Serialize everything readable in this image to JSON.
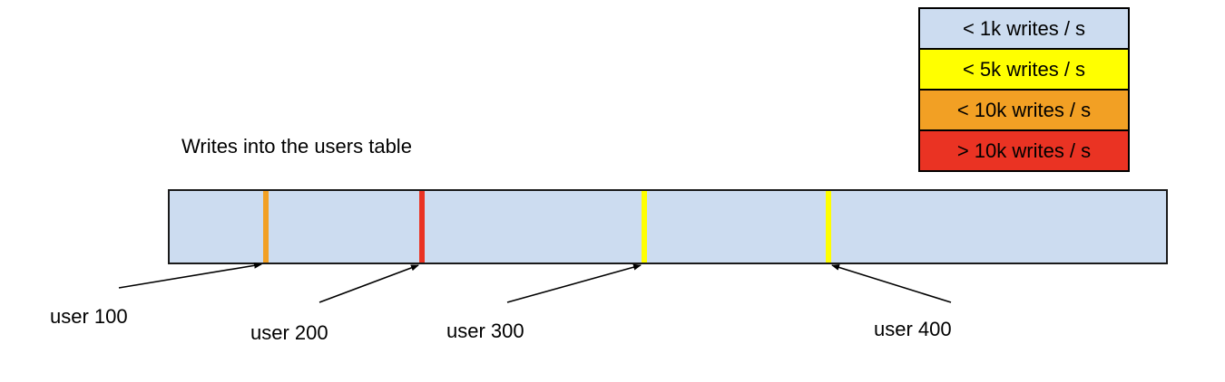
{
  "title": "Writes into the users table",
  "legend": {
    "items": [
      {
        "label": "< 1k writes / s",
        "color": "#ccdcf0"
      },
      {
        "label": "< 5k writes / s",
        "color": "#ffff00"
      },
      {
        "label": "< 10k writes / s",
        "color": "#f2a024"
      },
      {
        "label": "> 10k writes / s",
        "color": "#ea3323"
      }
    ]
  },
  "bar": {
    "fill": "#ccdcf0"
  },
  "markers": [
    {
      "label": "user 100",
      "color": "#f2a024",
      "legend_category": "< 10k writes / s"
    },
    {
      "label": "user 200",
      "color": "#ea3323",
      "legend_category": "> 10k writes / s"
    },
    {
      "label": "user 300",
      "color": "#ffff00",
      "legend_category": "< 5k writes / s"
    },
    {
      "label": "user 400",
      "color": "#ffff00",
      "legend_category": "< 5k writes / s"
    }
  ]
}
